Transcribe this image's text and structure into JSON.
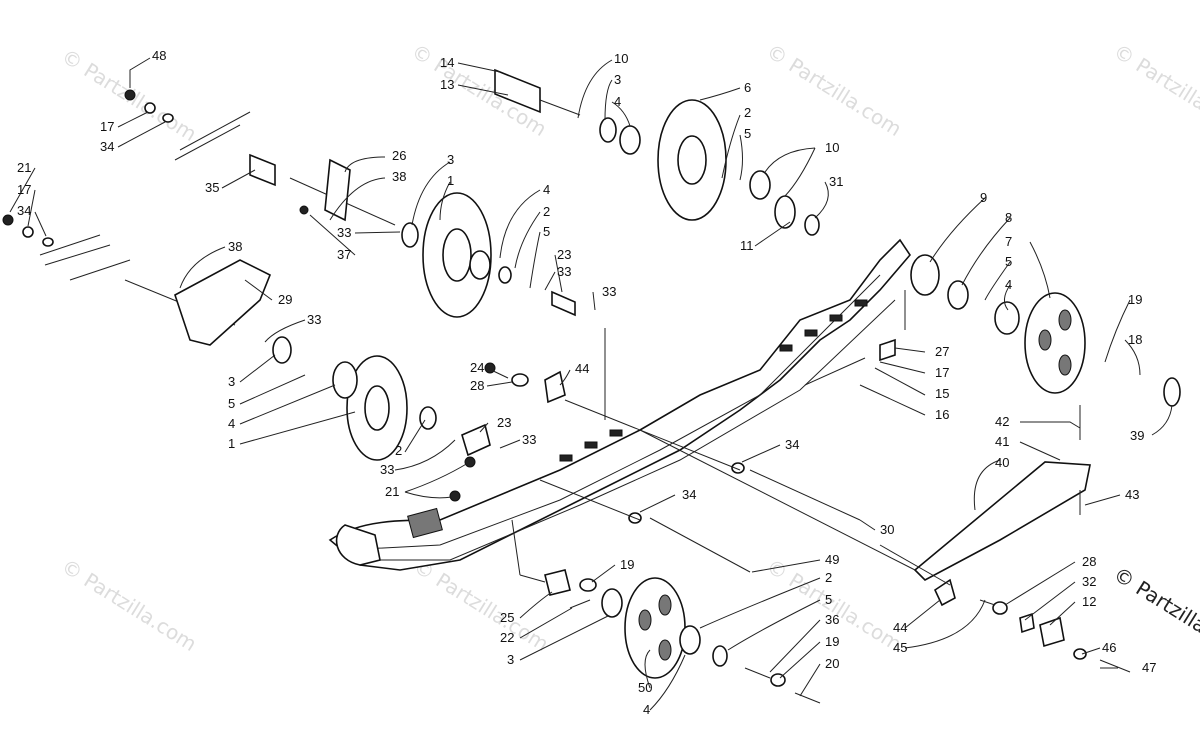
{
  "watermark_text": "© Partzilla.com",
  "brand_text": "© Partzilla.",
  "callout_numbers": [
    "48",
    "17",
    "34",
    "21",
    "17",
    "34",
    "35",
    "26",
    "38",
    "33",
    "37",
    "3",
    "1",
    "14",
    "13",
    "10",
    "3",
    "4",
    "6",
    "2",
    "5",
    "10",
    "31",
    "11",
    "4",
    "2",
    "5",
    "23",
    "33",
    "33",
    "38",
    "29",
    "33",
    "3",
    "5",
    "4",
    "1",
    "2",
    "33",
    "21",
    "24",
    "28",
    "44",
    "23",
    "33",
    "9",
    "8",
    "7",
    "5",
    "4",
    "19",
    "18",
    "39",
    "27",
    "17",
    "15",
    "16",
    "42",
    "41",
    "40",
    "43",
    "34",
    "30",
    "34",
    "49",
    "19",
    "25",
    "22",
    "3",
    "28",
    "2",
    "5",
    "36",
    "19",
    "20",
    "50",
    "4",
    "32",
    "12",
    "44",
    "45",
    "46",
    "47"
  ]
}
